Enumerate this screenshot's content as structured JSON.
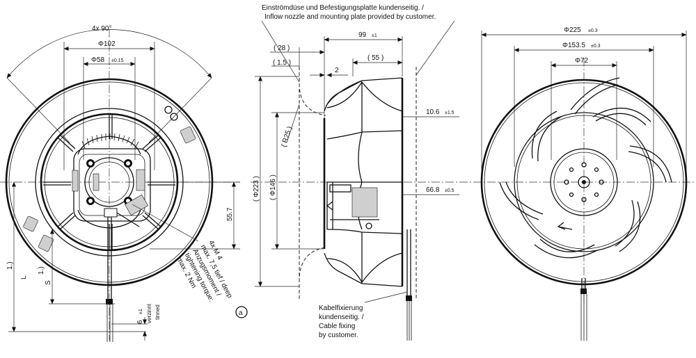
{
  "left_view": {
    "angle": "4x 90°",
    "dia_102": "Φ102",
    "dia_58": "Φ58",
    "dia_58_tol": "±0.15",
    "height_55_7": "55.7",
    "label_1_L": "1.)",
    "label_L": "L",
    "label_1_S": "1.)",
    "label_S": "S",
    "screw": [
      "4x M 4",
      "max. 7,5 tief / deep",
      "Anzugsmoment /",
      "tightening torque:",
      "max. 2 Nm"
    ],
    "note_circle": "a",
    "wire_len": "6",
    "wire_tol": "±1",
    "wire_note": [
      "verzinnt",
      "tinned"
    ]
  },
  "middle_view": {
    "header_de": "Einströmdüse und Befestigungsplatte kundenseitig. /",
    "header_en": "Inflow nozzle and mounting plate provided by customer.",
    "d28": "( 28 )",
    "d1_5": "( 1.5 )",
    "d2": "2",
    "d99": "99",
    "d99_tol": "±1",
    "d55": "( 55 )",
    "r25": "( R25 )",
    "d223": "( Φ223 )",
    "d146": "( Φ146 )",
    "d10_6": "10.6",
    "d10_6_tol": "±1.5",
    "d66_8": "66.8",
    "d66_8_tol": "±0.5",
    "cable_note": [
      "Kabelfixierung",
      "kundenseitig. /",
      "Cable fixing",
      "by customer."
    ]
  },
  "right_view": {
    "d225": "Φ225",
    "d225_tol": "±0.3",
    "d153": "Φ153.5",
    "d153_tol": "±0.3",
    "d72": "Φ72"
  }
}
